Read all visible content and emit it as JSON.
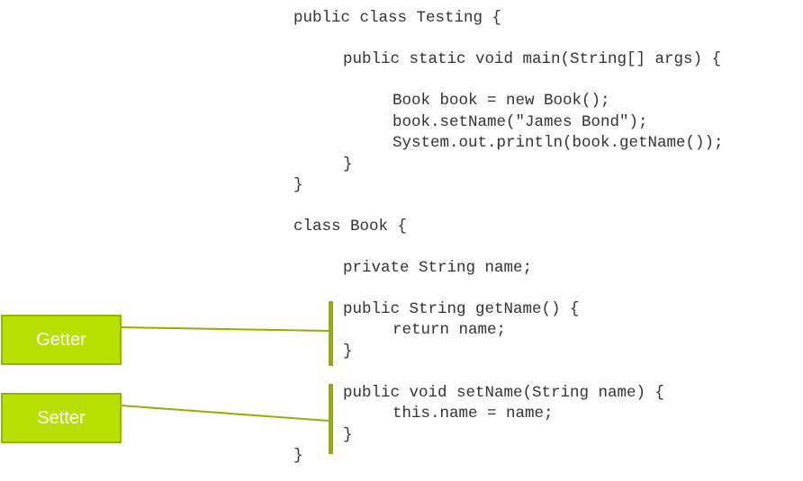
{
  "code": {
    "lines": [
      "public class Testing {",
      "public static void main(String[] args) {",
      "Book book = new Book();",
      "book.setName(\"James Bond\");",
      "System.out.println(book.getName());",
      "}",
      "}",
      "class Book {",
      "private String name;",
      "public String getName() {",
      "return name;",
      "}",
      "public void setName(String name) {",
      "this.name = name;",
      "}",
      "}"
    ]
  },
  "callouts": {
    "getter": "Getter",
    "setter": "Setter"
  },
  "colors": {
    "callout_fill": "#b8e000",
    "callout_border": "#8db800",
    "bracket": "#8ab400",
    "code_text": "#333333"
  }
}
